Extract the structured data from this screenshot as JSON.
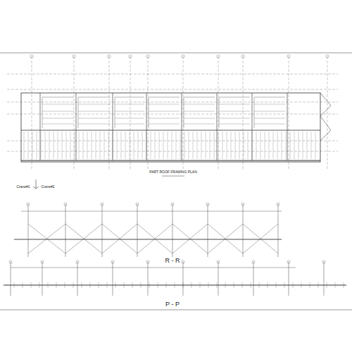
{
  "diagram": {
    "labels": [
      "PART ROOF FRAMING PLAN",
      "Crane#1",
      "Crane#2",
      "R - R",
      "P - P"
    ]
  }
}
